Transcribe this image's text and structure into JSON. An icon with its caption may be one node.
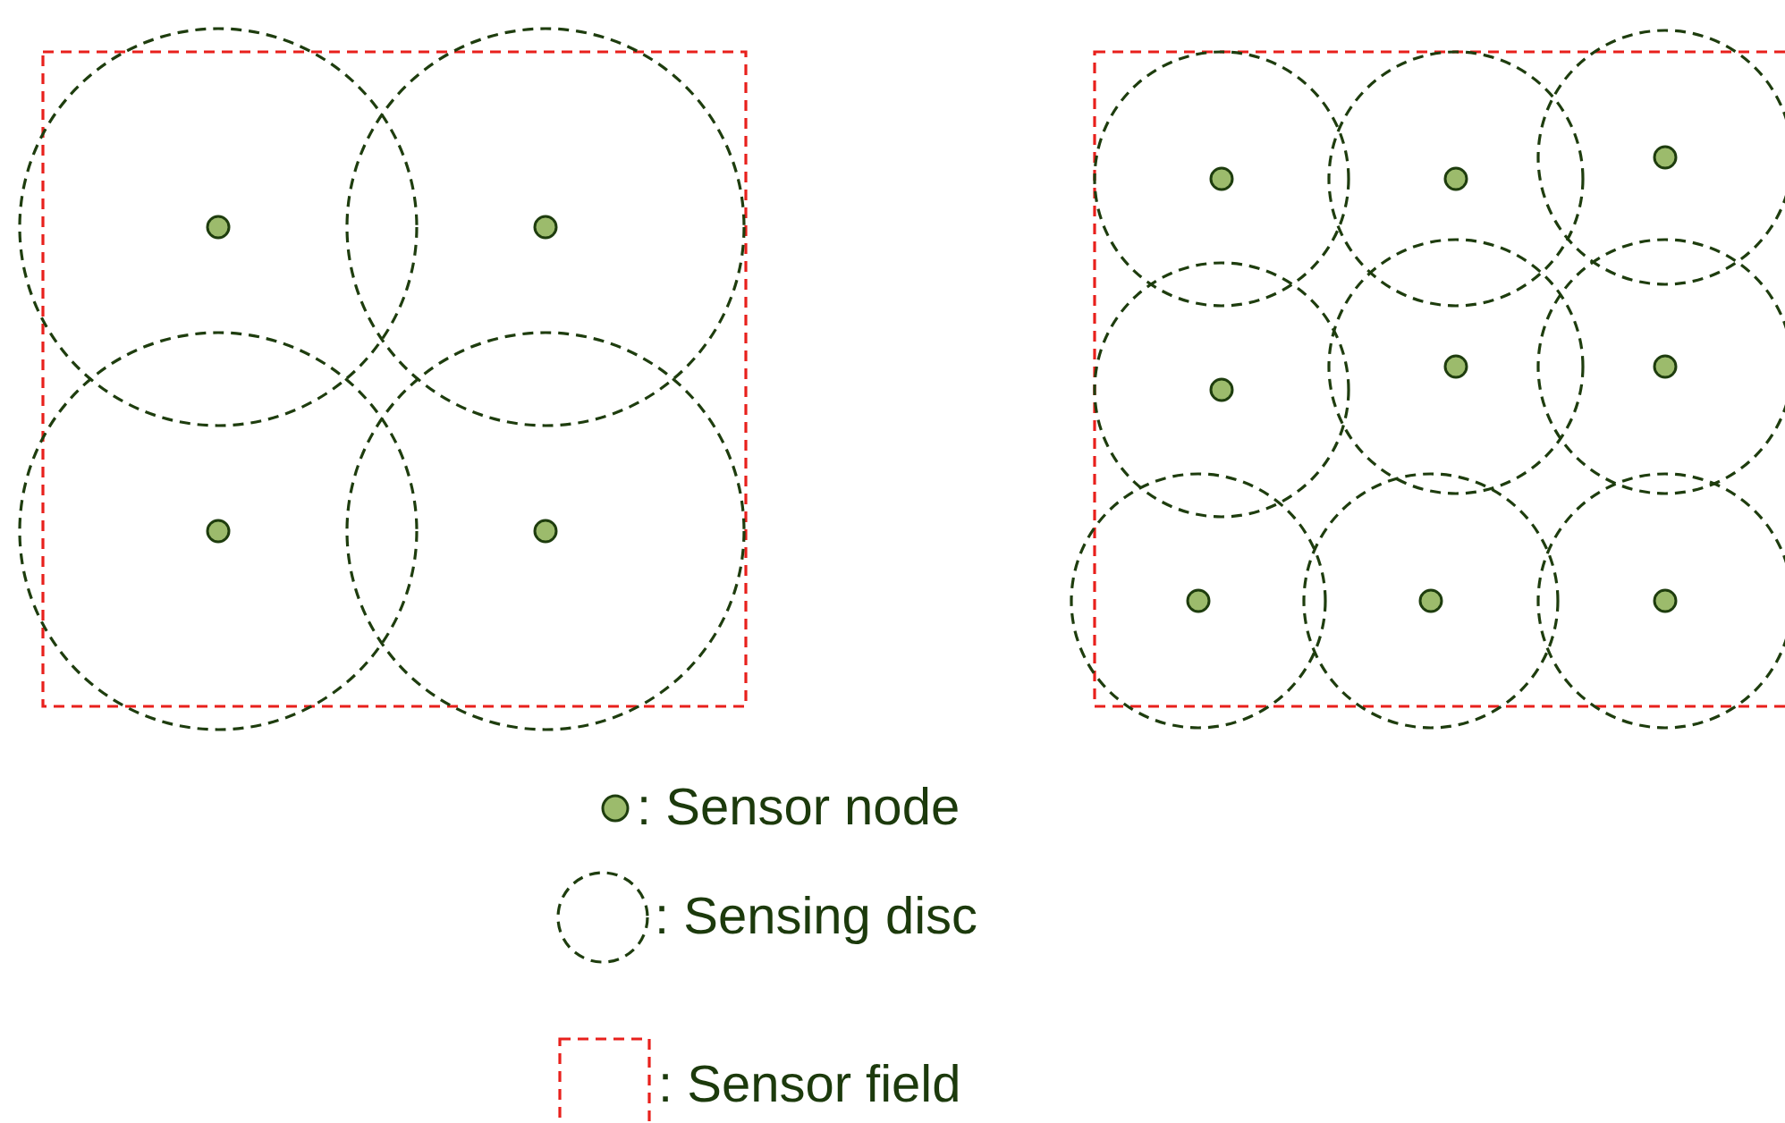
{
  "diagram": {
    "legend": [
      {
        "text": ": Sensor node"
      },
      {
        "text": ": Sensing disc"
      },
      {
        "text": ": Sensor field"
      }
    ]
  }
}
